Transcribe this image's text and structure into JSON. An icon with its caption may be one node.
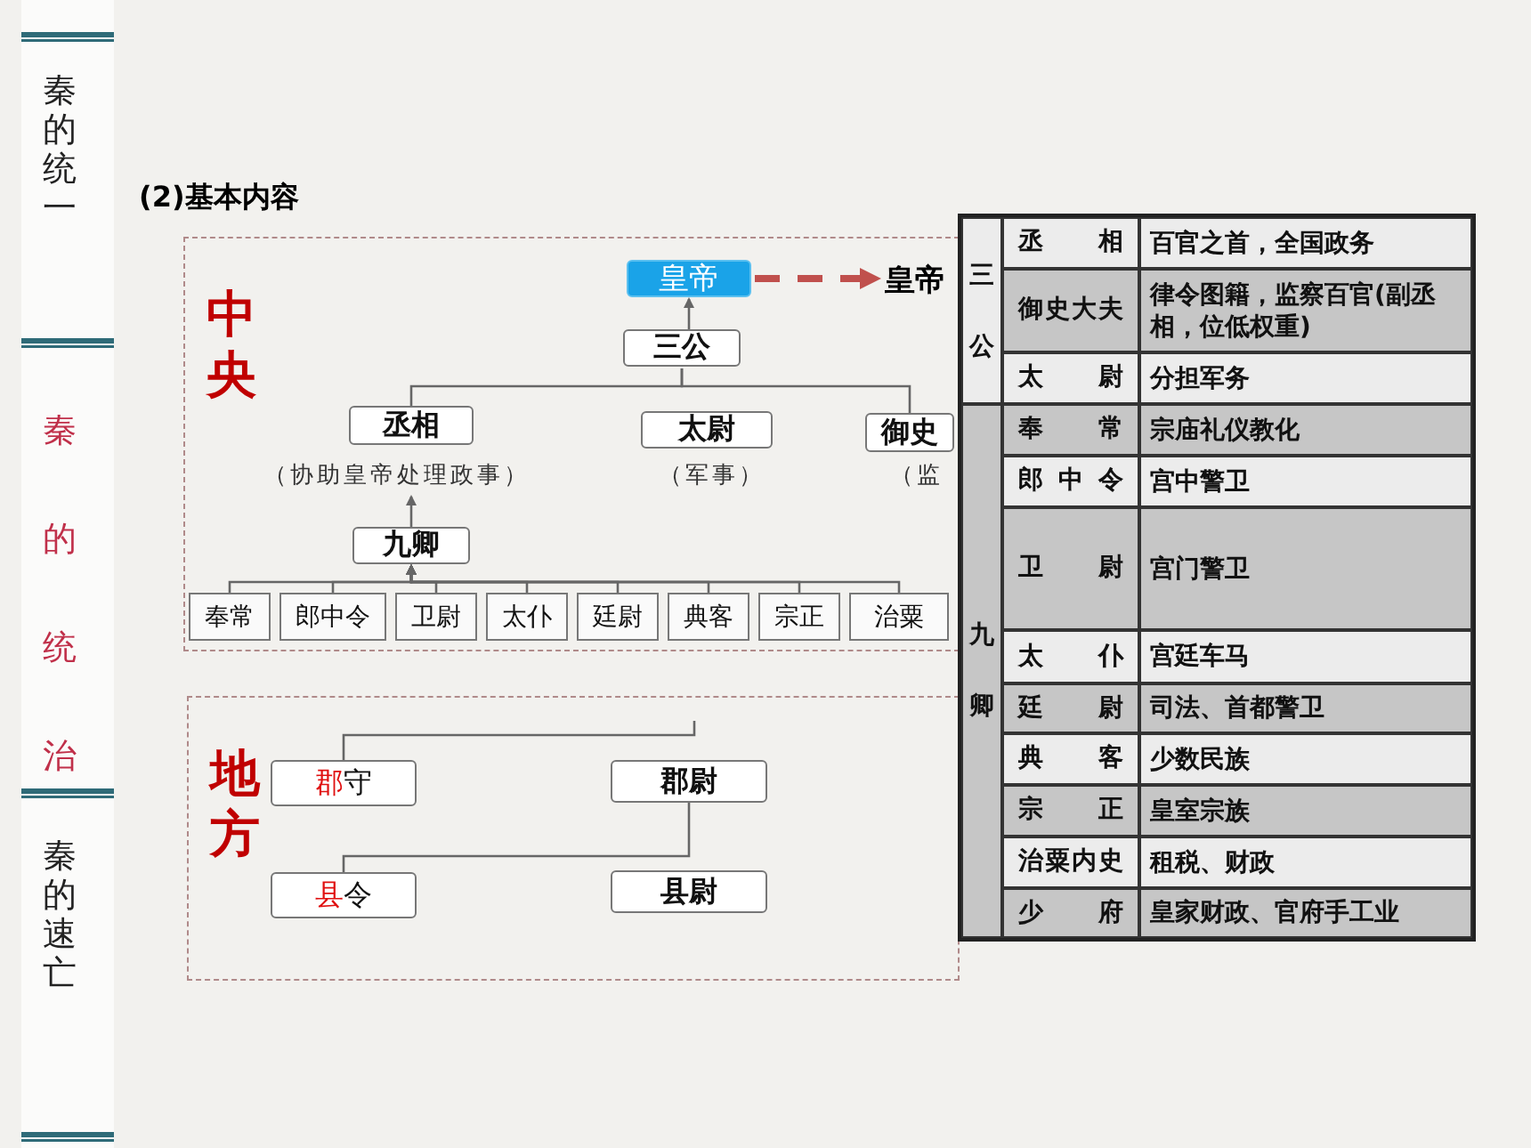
{
  "diagram": {
    "title": "(2)基本内容",
    "nodes": [
      {
        "text": [
          "中央"
        ]
      },
      {
        "text": [
          "皇帝"
        ],
        "in": 0
      },
      {
        "text": [
          "皇帝"
        ],
        "in": 0
      },
      {
        "text": [
          "三公"
        ],
        "in": 0
      },
      {
        "text": [
          "丞相"
        ],
        "beside": [
          "（协助皇帝处理政事）"
        ],
        "in": 0
      },
      {
        "text": [
          "太尉"
        ],
        "beside": [
          "（军事）"
        ],
        "in": 0
      },
      {
        "text": [
          "御史"
        ],
        "beside": [
          "（监"
        ],
        "in": 0
      },
      {
        "text": [
          "九卿"
        ],
        "in": 0
      },
      {
        "text": [
          "奉常"
        ],
        "in": 0
      },
      {
        "text": [
          "郎中令"
        ],
        "in": 0
      },
      {
        "text": [
          "卫尉"
        ],
        "in": 0
      },
      {
        "text": [
          "太仆"
        ],
        "in": 0
      },
      {
        "text": [
          "廷尉"
        ],
        "in": 0
      },
      {
        "text": [
          "典客"
        ],
        "in": 0
      },
      {
        "text": [
          "宗正"
        ],
        "in": 0
      },
      {
        "text": [
          "治粟"
        ],
        "in": 0
      },
      {
        "text": [
          "地方"
        ]
      },
      {
        "text": [
          "郡守"
        ],
        "in": 16
      },
      {
        "text": [
          "郡尉"
        ],
        "in": 16
      },
      {
        "text": [
          "县令"
        ],
        "in": 16
      },
      {
        "text": [
          "县尉"
        ],
        "in": 16
      }
    ],
    "edges": [
      {
        "from": 1,
        "to": 2,
        "arrow": "to",
        "style": "dashed",
        "color": "#c0504d"
      },
      {
        "from": 3,
        "to": 1,
        "arrow": "to"
      },
      {
        "from": 4,
        "to": 3,
        "arrow": "none"
      },
      {
        "from": 6,
        "to": 3,
        "arrow": "none"
      },
      {
        "from": 7,
        "to": 4,
        "arrow": "to"
      },
      {
        "from": 8,
        "to": 7,
        "arrow": "to"
      },
      {
        "from": 9,
        "to": 7,
        "arrow": "to"
      },
      {
        "from": 10,
        "to": 7,
        "arrow": "to"
      },
      {
        "from": 11,
        "to": 7,
        "arrow": "to"
      },
      {
        "from": 12,
        "to": 7,
        "arrow": "to"
      },
      {
        "from": 13,
        "to": 7,
        "arrow": "to"
      },
      {
        "from": 14,
        "to": 7,
        "arrow": "to"
      },
      {
        "from": 15,
        "to": 7,
        "arrow": "to"
      },
      {
        "from": null,
        "to": 17,
        "arrow": "none"
      },
      {
        "from": 18,
        "to": 19,
        "arrow": "none"
      }
    ],
    "labels": [
      "秦的统一",
      "秦的统治",
      "秦的速亡",
      "三公",
      "丞相",
      "百官之首，全国政务",
      "御史大夫",
      "律令图籍，监察百官(副丞相，位低权重)",
      "太尉",
      "分担军务",
      "九卿",
      "奉常",
      "宗庙礼仪教化",
      "郎中令",
      "宫中警卫",
      "卫尉",
      "宫门警卫",
      "太仆",
      "宫廷车马",
      "廷尉",
      "司法、首都警卫",
      "典客",
      "少数民族",
      "宗正",
      "皇室宗族",
      "治粟内史",
      "租税、财政",
      "少府",
      "皇家财政、官府手工业"
    ]
  }
}
